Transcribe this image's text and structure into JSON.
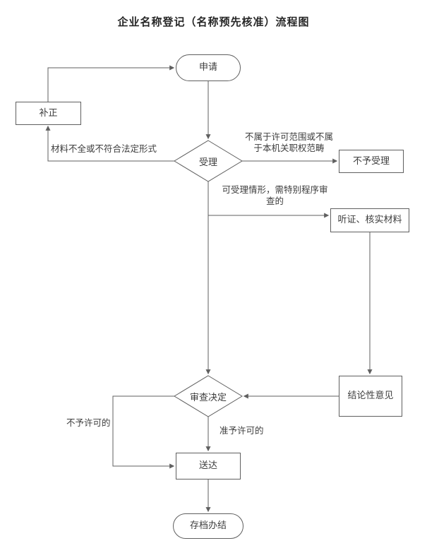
{
  "title": "企业名称登记（名称预先核准）流程图",
  "nodes": {
    "apply": {
      "label": "申请"
    },
    "correction": {
      "label": "补正"
    },
    "acceptance": {
      "label": "受理"
    },
    "reject": {
      "label": "不予受理"
    },
    "hearing": {
      "label": "听证、核实材料"
    },
    "conclusion": {
      "label": "结论性意见"
    },
    "review": {
      "label": "审查决定"
    },
    "delivery": {
      "label": "送达"
    },
    "archive": {
      "label": "存档办结"
    }
  },
  "edge_labels": {
    "incomplete": "材料不全或不符合法定形式",
    "out_of_scope": "不属于许可范围或不属于本机关职权范畴",
    "special_procedure": "可受理情形，需特别程序审查的",
    "not_permitted": "不予许可的",
    "permitted": "准予许可的"
  },
  "colors": {
    "line": "#5f5f5f",
    "text": "#3d3d3d",
    "background": "#ffffff"
  }
}
